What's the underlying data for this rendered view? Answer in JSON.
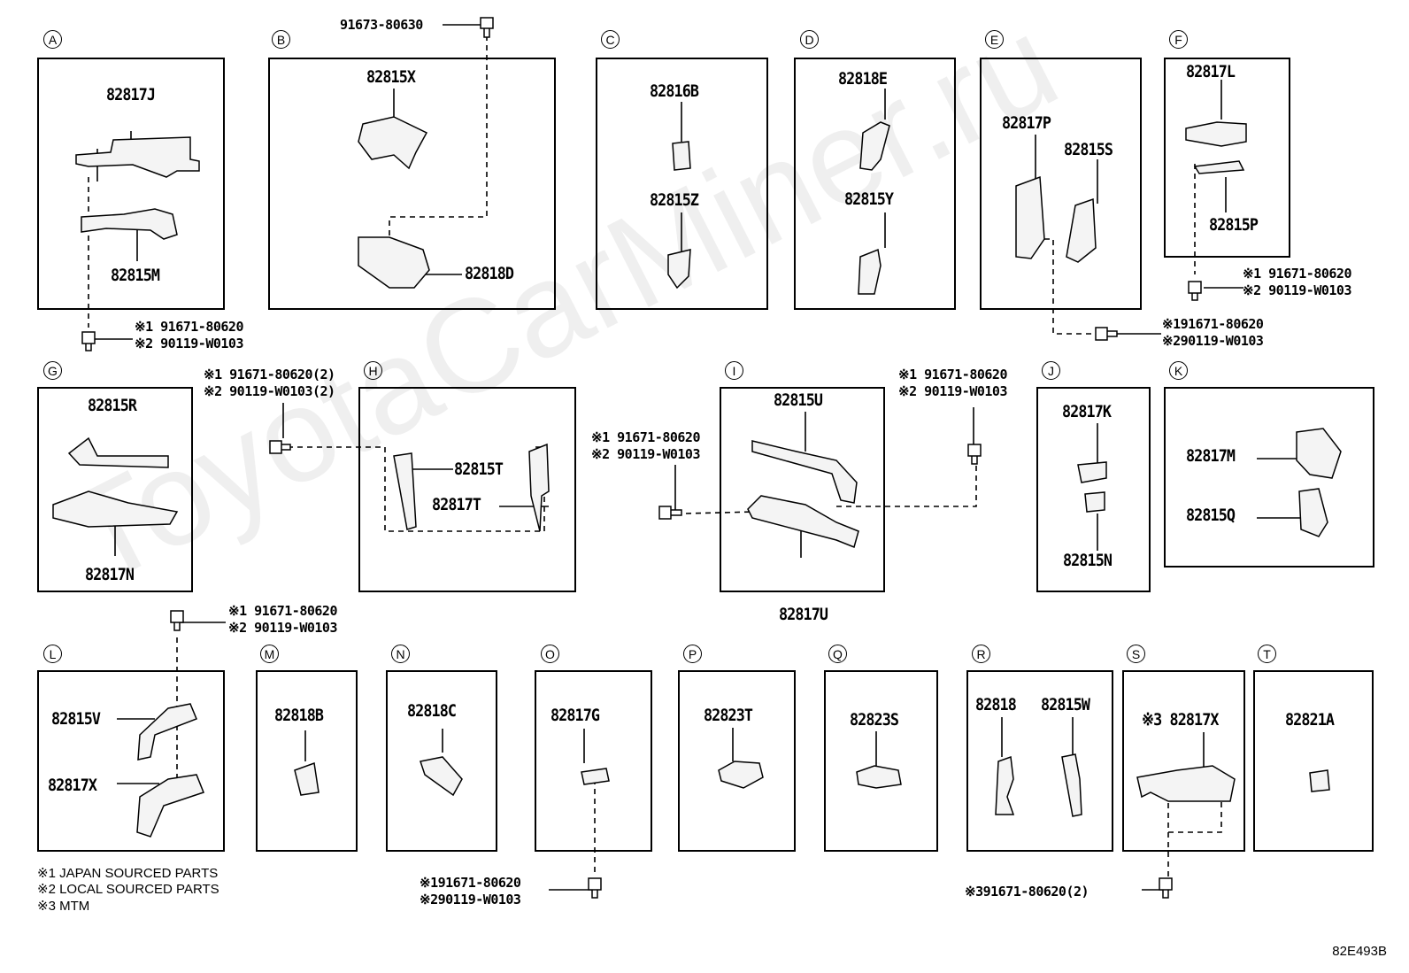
{
  "watermark": "ToyotaCarMiner.ru",
  "panels": [
    {
      "id": "A",
      "parts": [
        "82817J",
        "82815M"
      ]
    },
    {
      "id": "B",
      "parts": [
        "82815X",
        "82818D"
      ]
    },
    {
      "id": "C",
      "parts": [
        "82816B",
        "82815Z"
      ]
    },
    {
      "id": "D",
      "parts": [
        "82818E",
        "82815Y"
      ]
    },
    {
      "id": "E",
      "parts": [
        "82817P",
        "82815S"
      ]
    },
    {
      "id": "F",
      "parts": [
        "82817L",
        "82815P"
      ]
    },
    {
      "id": "G",
      "parts": [
        "82815R",
        "82817N"
      ]
    },
    {
      "id": "H",
      "parts": [
        "82815T",
        "82817T"
      ]
    },
    {
      "id": "I",
      "parts": [
        "82815U",
        "82817U"
      ]
    },
    {
      "id": "J",
      "parts": [
        "82817K",
        "82815N"
      ]
    },
    {
      "id": "K",
      "parts": [
        "82817M",
        "82815Q"
      ]
    },
    {
      "id": "L",
      "parts": [
        "82815V",
        "82817X"
      ]
    },
    {
      "id": "M",
      "parts": [
        "82818B"
      ]
    },
    {
      "id": "N",
      "parts": [
        "82818C"
      ]
    },
    {
      "id": "O",
      "parts": [
        "82817G"
      ]
    },
    {
      "id": "P",
      "parts": [
        "82823T"
      ]
    },
    {
      "id": "Q",
      "parts": [
        "82823S"
      ]
    },
    {
      "id": "R",
      "parts": [
        "82818",
        "82815W"
      ]
    },
    {
      "id": "S",
      "parts": [
        "※3 82817X"
      ]
    },
    {
      "id": "T",
      "parts": [
        "82821A"
      ]
    }
  ],
  "fasteners": {
    "b_bolt": "91673-80630",
    "a_line1": "※1 91671-80620",
    "a_line2": "※2 90119-W0103",
    "f_line1": "※1 91671-80620",
    "f_line2": "※2 90119-W0103",
    "e_line1": "※191671-80620",
    "e_line2": "※290119-W0103",
    "h_line1": "※1 91671-80620(2)",
    "h_line2": "※2 90119-W0103(2)",
    "i_left1": "※1 91671-80620",
    "i_left2": "※2 90119-W0103",
    "i_right1": "※1 91671-80620",
    "i_right2": "※2 90119-W0103",
    "l_line1": "※1 91671-80620",
    "l_line2": "※2 90119-W0103",
    "o_line1": "※191671-80620",
    "o_line2": "※290119-W0103",
    "s_line1": "※391671-80620(2)"
  },
  "legend": [
    "※1 JAPAN SOURCED PARTS",
    "※2 LOCAL SOURCED PARTS",
    "※3 MTM"
  ],
  "diagram_code": "82E493B"
}
